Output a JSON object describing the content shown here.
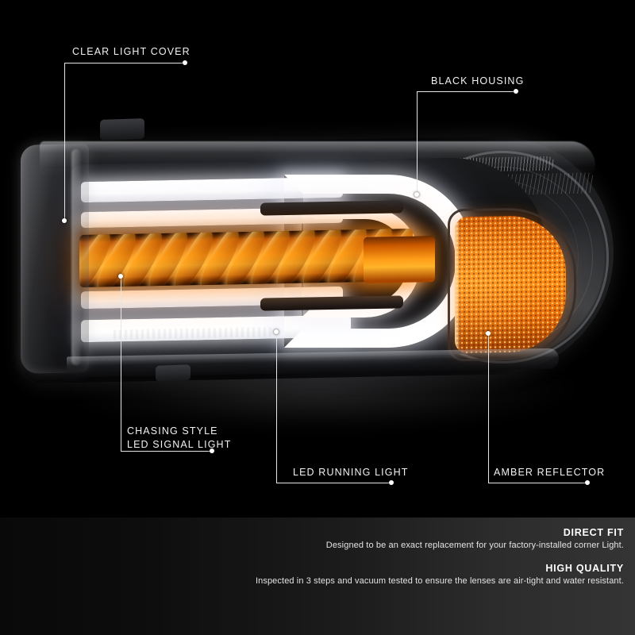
{
  "product": {
    "name": "led-corner-light-assembly",
    "amber_fin_count": 13
  },
  "callouts": [
    {
      "id": "clear-light-cover",
      "label": "CLEAR LIGHT COVER"
    },
    {
      "id": "black-housing",
      "label": "BLACK HOUSING"
    },
    {
      "id": "chasing-style-led-signal-light",
      "label": "CHASING STYLE\nLED SIGNAL LIGHT"
    },
    {
      "id": "led-running-light",
      "label": "LED RUNNING LIGHT"
    },
    {
      "id": "amber-reflector",
      "label": "AMBER REFLECTOR"
    }
  ],
  "banner": {
    "features": [
      {
        "title": "DIRECT FIT",
        "desc": "Designed to be an exact replacement for your factory-installed corner Light."
      },
      {
        "title": "HIGH QUALITY",
        "desc": "Inspected in 3 steps and vacuum tested to ensure the lenses are air-tight and water resistant."
      }
    ]
  },
  "colors": {
    "background": "#000000",
    "amber": "#ff9a12",
    "led_white": "#ffffff",
    "housing": "#17181a",
    "label_text": "#f2f2f2"
  }
}
